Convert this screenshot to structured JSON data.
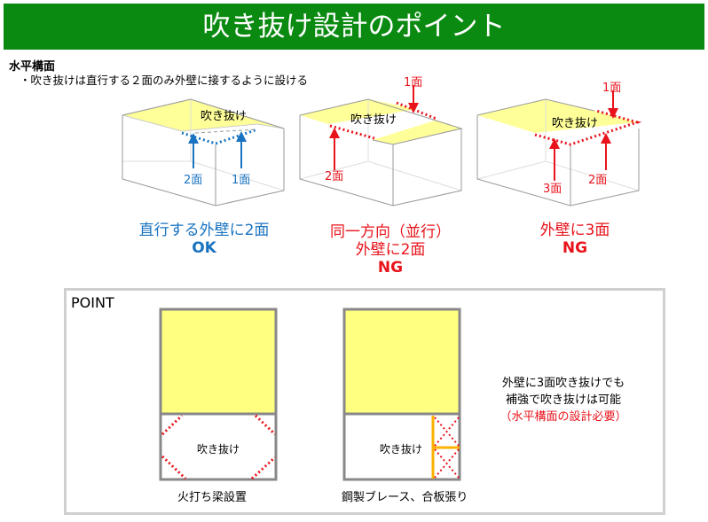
{
  "title": "吹き抜け設計のポイント",
  "section": "水平構面",
  "bullet": "・吹き抜けは直行する２面のみ外壁に接するように設ける",
  "void_label": "吹き抜け",
  "cases": [
    {
      "labels": [
        "2面",
        "1面"
      ],
      "caption1": "直行する外壁に2面",
      "result": "OK",
      "color": "#1a73c0"
    },
    {
      "labels": [
        "2面",
        "1面"
      ],
      "caption1": "同一方向（並行）",
      "caption2": "外壁に2面",
      "result": "NG",
      "color": "#e8131b"
    },
    {
      "labels": [
        "3面",
        "2面",
        "1面"
      ],
      "caption1": "外壁に3面",
      "result": "NG",
      "color": "#e8131b"
    }
  ],
  "point": {
    "heading": "POINT",
    "fig1_caption": "火打ち梁設置",
    "fig2_caption": "鋼製ブレース、合板張り",
    "note1": "外壁に3面吹き抜けでも",
    "note2": "補強で吹き抜けは可能",
    "note3": "（水平構面の設計必要）"
  },
  "colors": {
    "header": "#0b8a12",
    "yellow": "#ffff80",
    "ok": "#1a73c0",
    "ng": "#e8131b",
    "brace": "#ffb000"
  }
}
